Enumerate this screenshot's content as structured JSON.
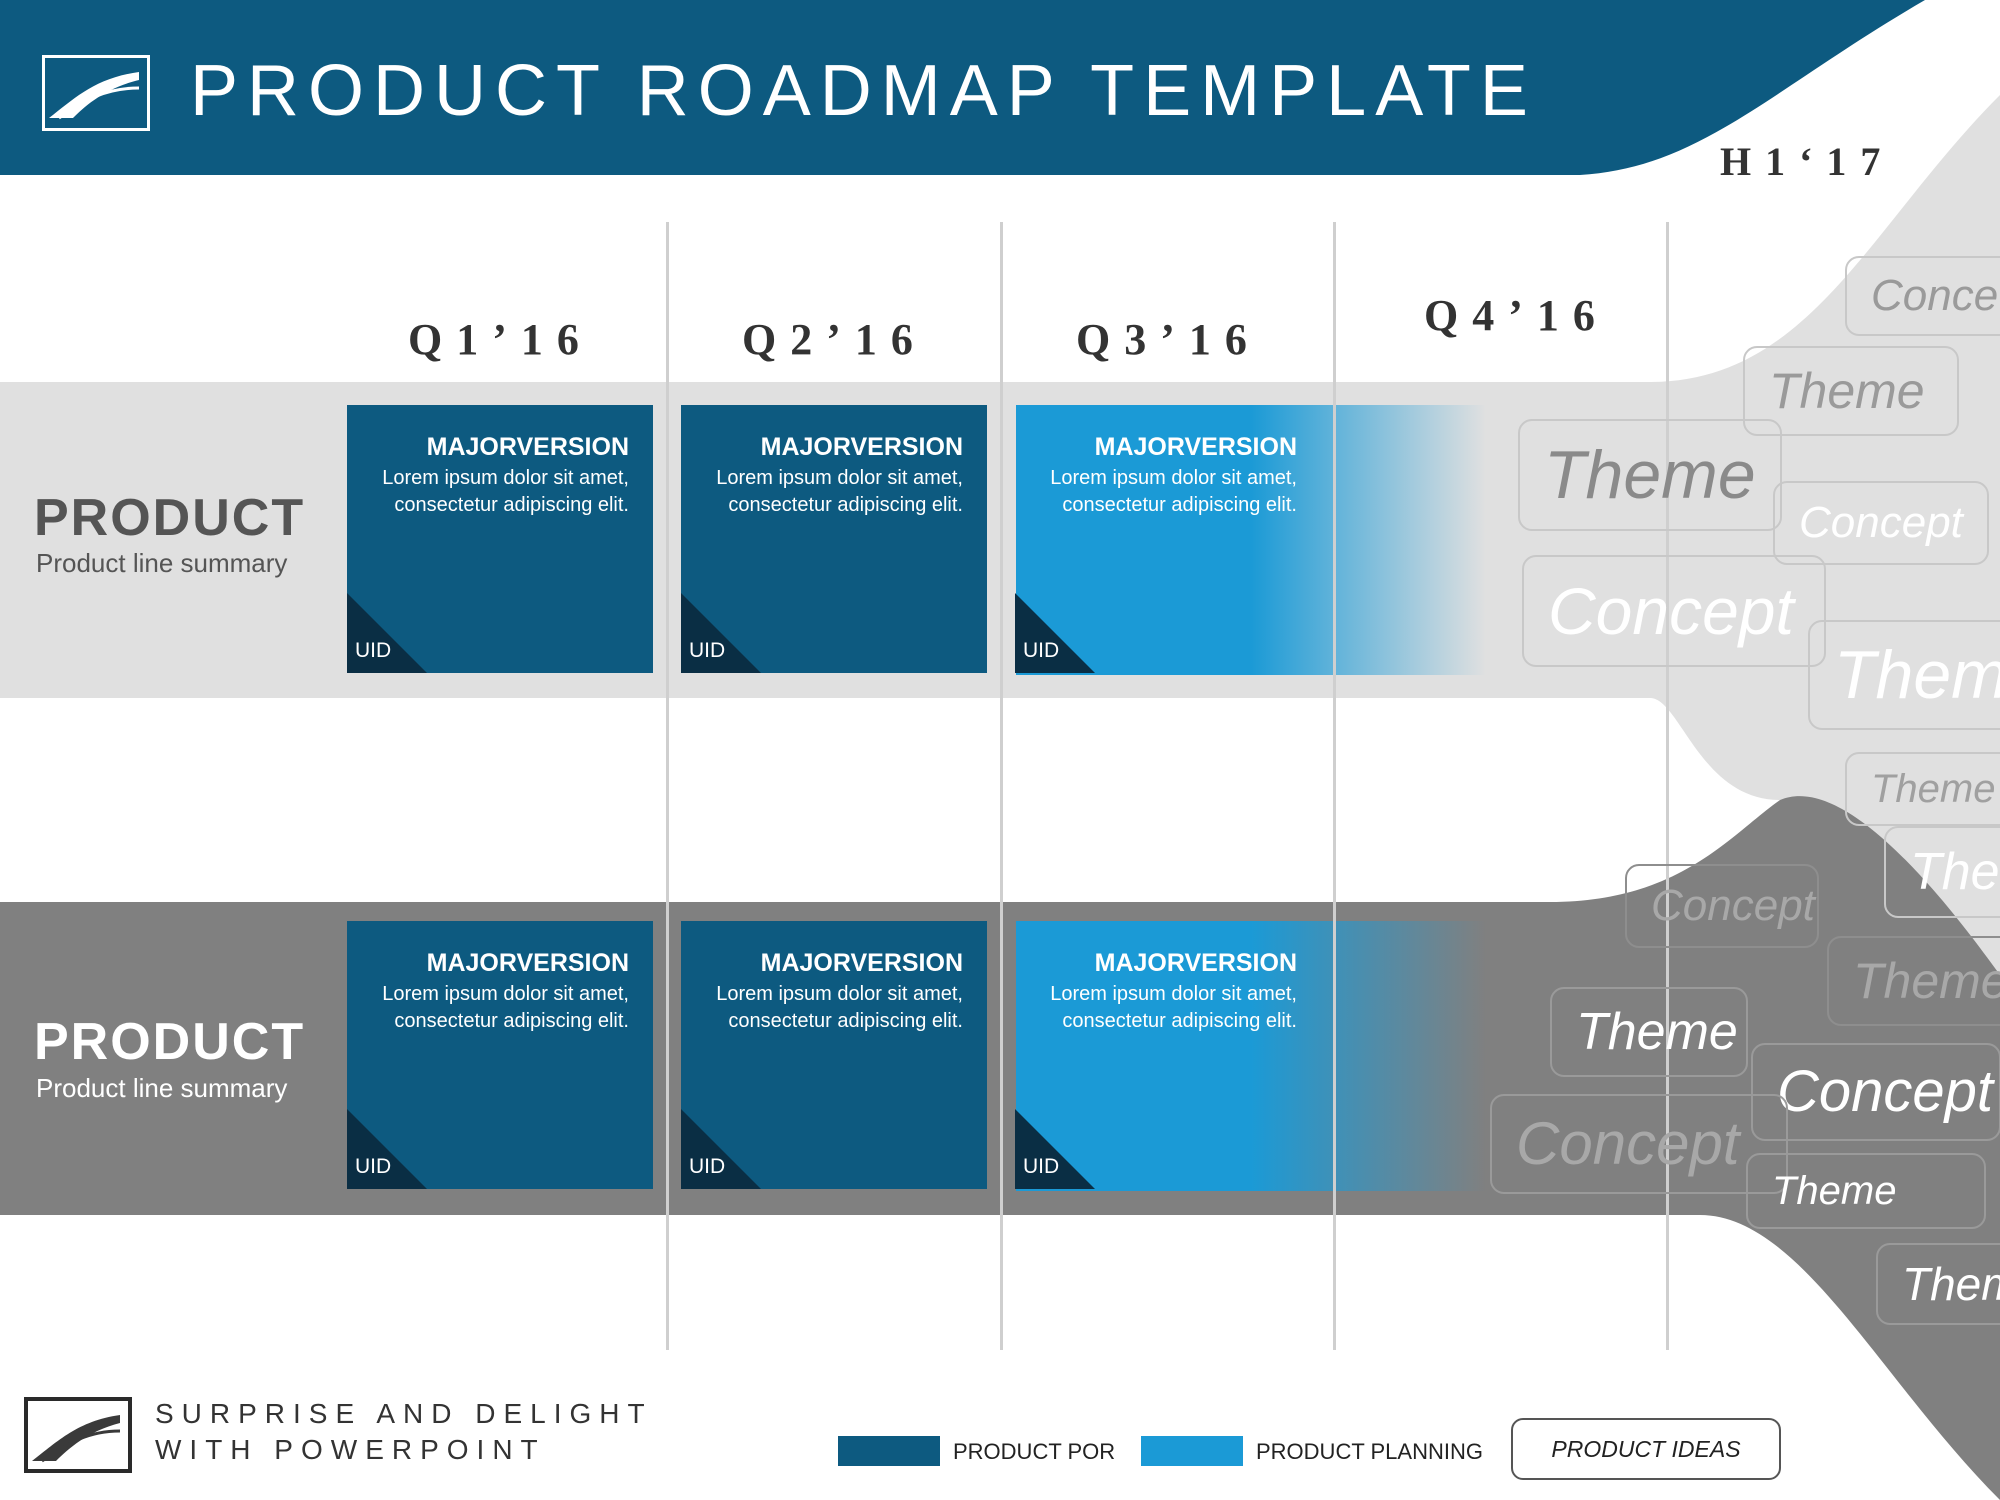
{
  "header": {
    "title": "PRODUCT ROADMAP TEMPLATE"
  },
  "timeline": {
    "quarters": [
      "Q1’16",
      "Q2’16",
      "Q3’16",
      "Q4’16"
    ],
    "future": "H1‘17"
  },
  "rows": [
    {
      "title": "PRODUCT",
      "summary": "Product line summary",
      "cards": [
        {
          "heading": "MAJORVERSION",
          "body": "Lorem ipsum dolor sit amet, consectetur adipiscing elit.",
          "uid": "UID"
        },
        {
          "heading": "MAJORVERSION",
          "body": "Lorem ipsum dolor sit amet, consectetur adipiscing elit.",
          "uid": "UID"
        },
        {
          "heading": "MAJORVERSION",
          "body": "Lorem ipsum dolor sit amet, consectetur adipiscing elit.",
          "uid": "UID"
        }
      ]
    },
    {
      "title": "PRODUCT",
      "summary": "Product line summary",
      "cards": [
        {
          "heading": "MAJORVERSION",
          "body": "Lorem ipsum dolor sit amet, consectetur adipiscing elit.",
          "uid": "UID"
        },
        {
          "heading": "MAJORVERSION",
          "body": "Lorem ipsum dolor sit amet, consectetur adipiscing elit.",
          "uid": "UID"
        },
        {
          "heading": "MAJORVERSION",
          "body": "Lorem ipsum dolor sit amet, consectetur adipiscing elit.",
          "uid": "UID"
        }
      ]
    }
  ],
  "ideas_top": [
    "Conce",
    "Theme",
    "Theme",
    "Concept",
    "Concept",
    "Them",
    "Theme",
    "The"
  ],
  "ideas_bottom": [
    "Concept",
    "Theme",
    "Theme",
    "Concept",
    "Concept",
    "Theme",
    "Them"
  ],
  "footer": {
    "tagline_line1": "SURPRISE AND DELIGHT",
    "tagline_line2": "WITH POWERPOINT",
    "legend": [
      {
        "label": "PRODUCT POR",
        "color": "#0d5a80"
      },
      {
        "label": "PRODUCT PLANNING",
        "color": "#1b9ad6"
      },
      {
        "label": "PRODUCT IDEAS"
      }
    ]
  },
  "colors": {
    "header_blue": "#0d5a80",
    "por_blue": "#0d5a80",
    "planning_blue": "#1b9ad6",
    "row1_band": "#e0e0e0",
    "row2_band": "#808080",
    "vline": "#cfcfcf"
  },
  "icons": {
    "logo": "road-monitor-icon"
  }
}
